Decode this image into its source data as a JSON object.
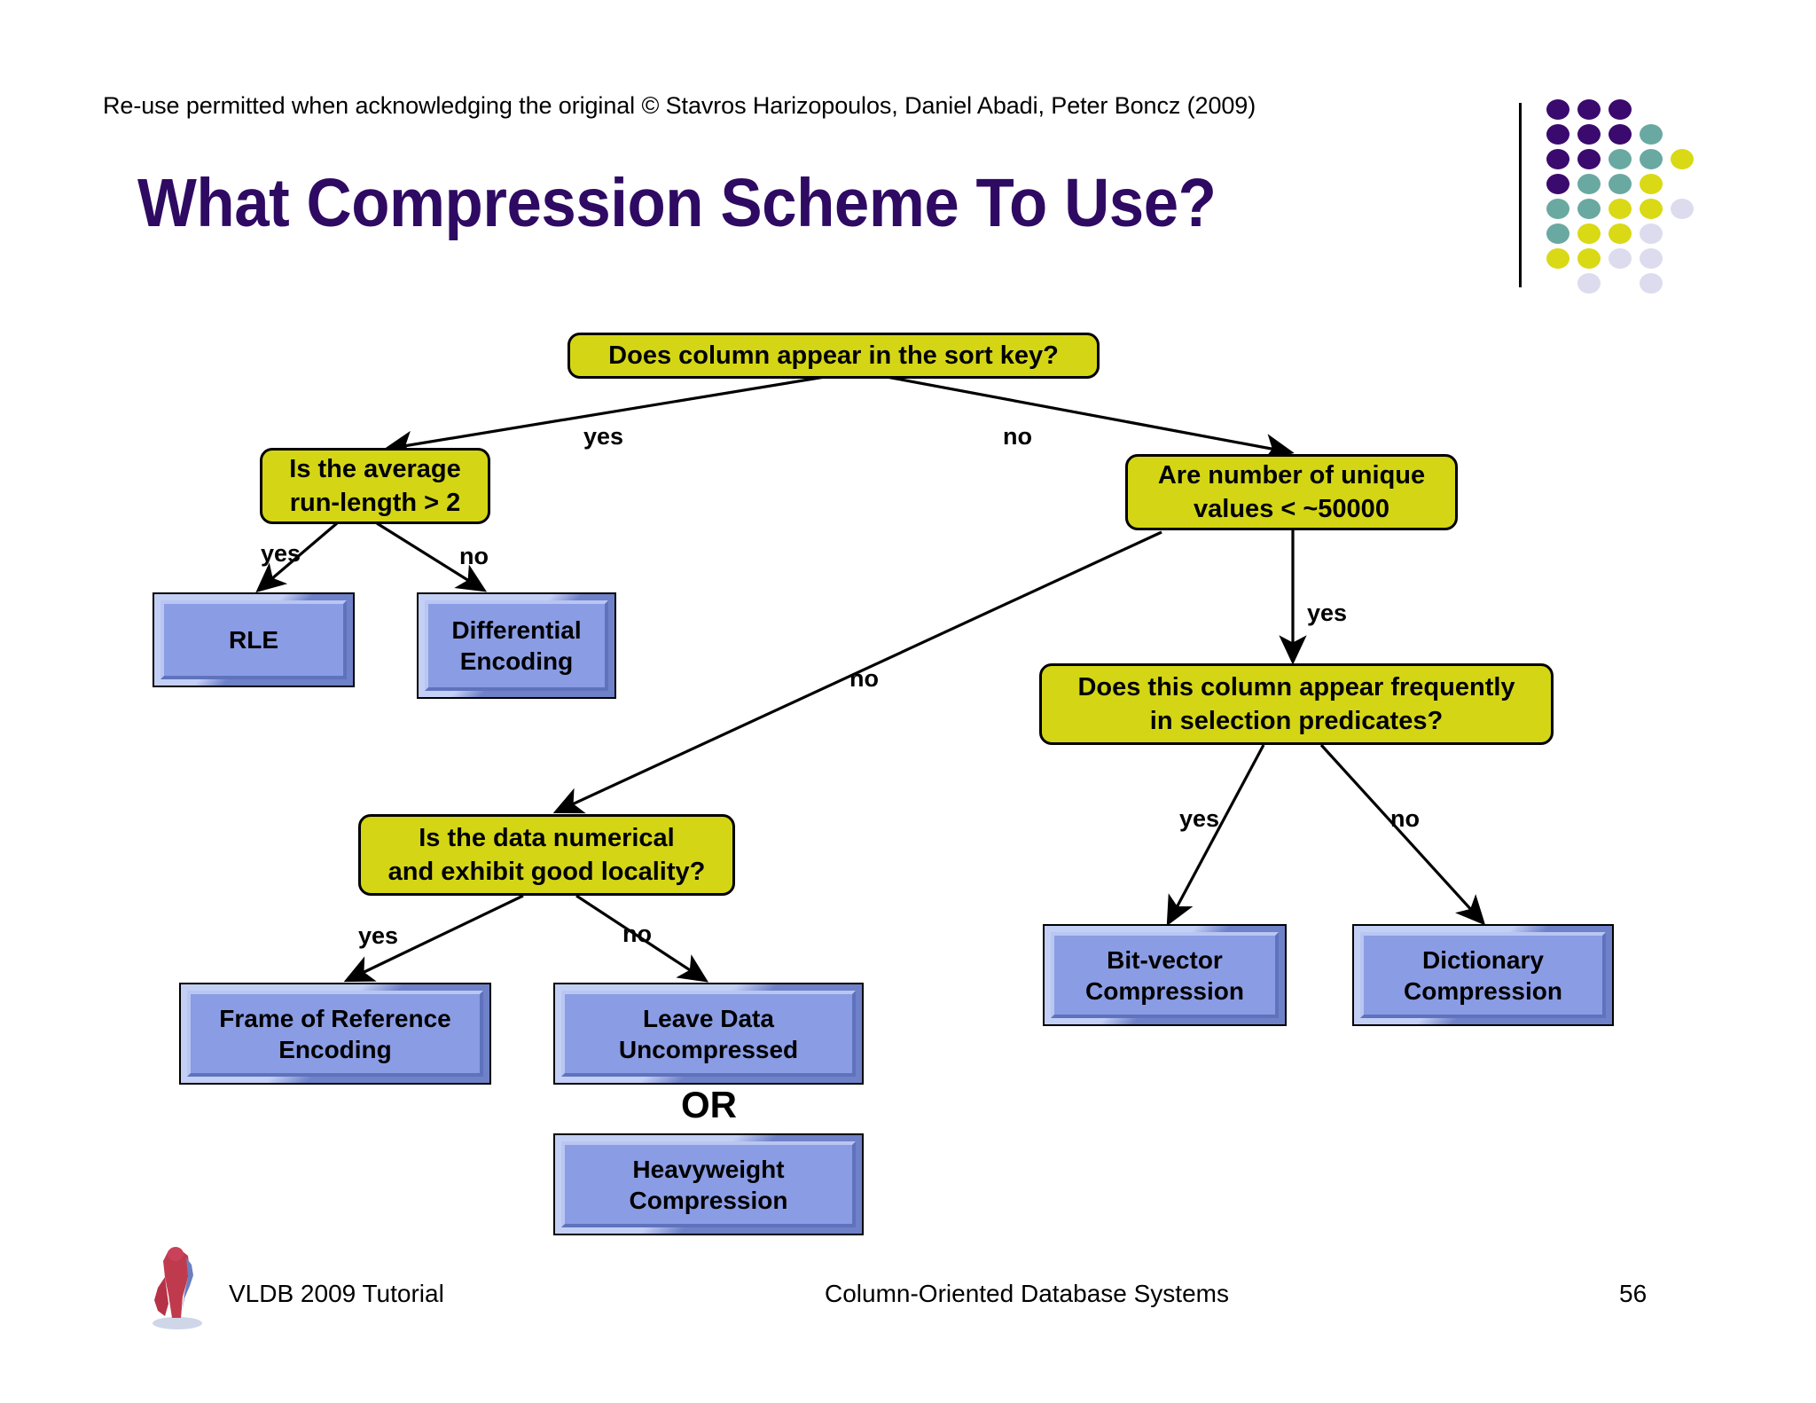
{
  "slide": {
    "credit": "Re-use permitted when acknowledging the original © Stavros Harizopoulos, Daniel Abadi, Peter Boncz (2009)",
    "title": "What Compression Scheme To Use?",
    "title_color": "#2e0a63",
    "background_color": "#ffffff"
  },
  "logo": {
    "name": "vldb-dot-matrix-logo",
    "colors": {
      "purple": "#3b0a6e",
      "teal": "#6aa9a2",
      "yellow": "#d9d916",
      "lavender": "#dcdcee"
    },
    "dots": [
      {
        "row": 0,
        "col": 0,
        "color": "purple"
      },
      {
        "row": 0,
        "col": 1,
        "color": "purple"
      },
      {
        "row": 0,
        "col": 2,
        "color": "purple"
      },
      {
        "row": 1,
        "col": 0,
        "color": "purple"
      },
      {
        "row": 1,
        "col": 1,
        "color": "purple"
      },
      {
        "row": 1,
        "col": 2,
        "color": "purple"
      },
      {
        "row": 1,
        "col": 3,
        "color": "teal"
      },
      {
        "row": 2,
        "col": 0,
        "color": "purple"
      },
      {
        "row": 2,
        "col": 1,
        "color": "purple"
      },
      {
        "row": 2,
        "col": 2,
        "color": "teal"
      },
      {
        "row": 2,
        "col": 3,
        "color": "teal"
      },
      {
        "row": 2,
        "col": 4,
        "color": "yellow"
      },
      {
        "row": 3,
        "col": 0,
        "color": "purple"
      },
      {
        "row": 3,
        "col": 1,
        "color": "teal"
      },
      {
        "row": 3,
        "col": 2,
        "color": "teal"
      },
      {
        "row": 3,
        "col": 3,
        "color": "yellow"
      },
      {
        "row": 4,
        "col": 0,
        "color": "teal"
      },
      {
        "row": 4,
        "col": 1,
        "color": "teal"
      },
      {
        "row": 4,
        "col": 2,
        "color": "yellow"
      },
      {
        "row": 4,
        "col": 3,
        "color": "yellow"
      },
      {
        "row": 4,
        "col": 4,
        "color": "lavender"
      },
      {
        "row": 5,
        "col": 0,
        "color": "teal"
      },
      {
        "row": 5,
        "col": 1,
        "color": "yellow"
      },
      {
        "row": 5,
        "col": 2,
        "color": "yellow"
      },
      {
        "row": 5,
        "col": 3,
        "color": "lavender"
      },
      {
        "row": 6,
        "col": 0,
        "color": "yellow"
      },
      {
        "row": 6,
        "col": 1,
        "color": "yellow"
      },
      {
        "row": 6,
        "col": 2,
        "color": "lavender"
      },
      {
        "row": 6,
        "col": 3,
        "color": "lavender"
      },
      {
        "row": 7,
        "col": 1,
        "color": "lavender"
      },
      {
        "row": 7,
        "col": 3,
        "color": "lavender"
      }
    ]
  },
  "flowchart": {
    "decision_fill": "#d4d615",
    "leaf_fill": "#8a9ce4",
    "nodes": {
      "sort_key": "Does column appear in the sort key?",
      "run_length": "Is the average\nrun-length > 2",
      "unique_values": "Are number of unique\nvalues < ~50000",
      "selection_predicates": "Does this column appear frequently\nin selection predicates?",
      "numerical_locality": "Is the data numerical\nand exhibit good locality?"
    },
    "leaves": {
      "rle": "RLE",
      "differential": "Differential\nEncoding",
      "frame_of_reference": "Frame of Reference\nEncoding",
      "leave_uncompressed": "Leave Data\nUncompressed",
      "heavyweight": "Heavyweight\nCompression",
      "bit_vector": "Bit-vector\nCompression",
      "dictionary": "Dictionary\nCompression"
    },
    "or_label": "OR",
    "edge_labels": {
      "root_yes": "yes",
      "root_no": "no",
      "runlength_yes": "yes",
      "runlength_no": "no",
      "unique_yes": "yes",
      "unique_no": "no",
      "predicates_yes": "yes",
      "predicates_no": "no",
      "numerical_yes": "yes",
      "numerical_no": "no"
    }
  },
  "footer": {
    "left": "VLDB 2009 Tutorial",
    "center": "Column-Oriented Database Systems",
    "page": "56"
  }
}
